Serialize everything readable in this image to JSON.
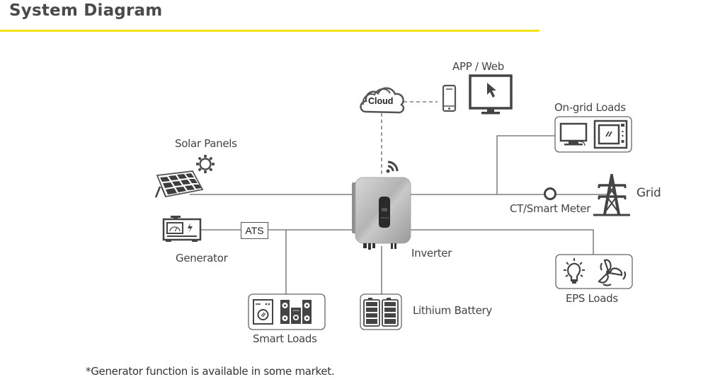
{
  "header": {
    "title": "System Diagram",
    "accent_color": "#f5e31a"
  },
  "nodes": {
    "app_web": {
      "label": "APP / Web",
      "icons": [
        "smartphone-icon",
        "monitor-cursor-icon"
      ]
    },
    "cloud": {
      "label": "Cloud",
      "icon": "cloud-icon"
    },
    "solar": {
      "label": "Solar Panels",
      "icons": [
        "solar-panel-icon",
        "sun-icon"
      ]
    },
    "inverter": {
      "label": "Inverter",
      "icons": [
        "inverter-icon",
        "wifi-icon"
      ]
    },
    "on_grid_loads": {
      "label": "On-grid Loads",
      "icons": [
        "tv-icon",
        "microwave-icon"
      ]
    },
    "ct_meter": {
      "label": "CT/Smart Meter",
      "icon": "meter-ring-icon"
    },
    "grid": {
      "label": "Grid",
      "icon": "transmission-tower-icon"
    },
    "generator": {
      "label": "Generator",
      "icon": "generator-icon"
    },
    "ats": {
      "label": "ATS"
    },
    "smart_loads": {
      "label": "Smart Loads",
      "icons": [
        "washing-machine-icon",
        "speakers-icon"
      ]
    },
    "battery": {
      "label": "Lithium Battery",
      "icon": "battery-icon"
    },
    "eps_loads": {
      "label": "EPS Loads",
      "icons": [
        "light-bulb-icon",
        "fan-icon"
      ]
    }
  },
  "connections": [
    {
      "from": "cloud",
      "to": "app_web",
      "style": "dashed"
    },
    {
      "from": "cloud",
      "to": "inverter",
      "style": "dashed"
    },
    {
      "from": "solar",
      "to": "inverter",
      "style": "solid"
    },
    {
      "from": "generator",
      "to": "ats",
      "style": "solid"
    },
    {
      "from": "ats",
      "to": "inverter",
      "style": "solid"
    },
    {
      "from": "ats",
      "to": "smart_loads",
      "style": "solid"
    },
    {
      "from": "inverter",
      "to": "battery",
      "style": "solid"
    },
    {
      "from": "inverter",
      "to": "ct_meter",
      "style": "solid"
    },
    {
      "from": "ct_meter",
      "to": "grid",
      "style": "solid"
    },
    {
      "from": "inverter",
      "to": "on_grid_loads",
      "style": "solid"
    },
    {
      "from": "inverter",
      "to": "eps_loads",
      "style": "solid"
    }
  ],
  "footnote": "*Generator function is available in some market."
}
